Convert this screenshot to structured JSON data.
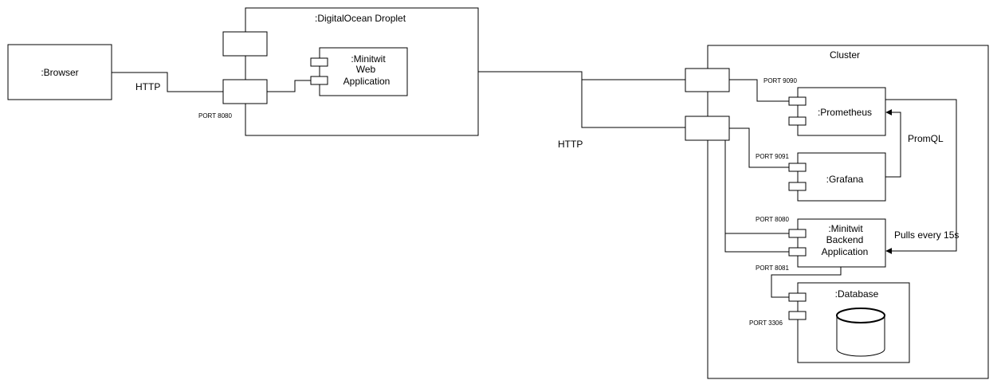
{
  "browser": {
    "label": ":Browser"
  },
  "droplet": {
    "title": ":DigitalOcean Droplet",
    "port": "PORT 8080"
  },
  "web_app": {
    "line1": ":Minitwit",
    "line2": "Web",
    "line3": "Application"
  },
  "edges": {
    "http_browser": "HTTP",
    "http_cluster": "HTTP",
    "promql": "PromQL",
    "pulls": "Pulls every 15s"
  },
  "cluster": {
    "title": "Cluster"
  },
  "prometheus": {
    "label": ":Prometheus",
    "port": "PORT 9090"
  },
  "grafana": {
    "label": ":Grafana",
    "port": "PORT 9091"
  },
  "backend": {
    "line1": ":Minitwit",
    "line2": "Backend",
    "line3": "Application",
    "port_in": "PORT 8080",
    "port_out": "PORT 8081"
  },
  "database": {
    "title": ":Database",
    "port": "PORT 3306"
  }
}
